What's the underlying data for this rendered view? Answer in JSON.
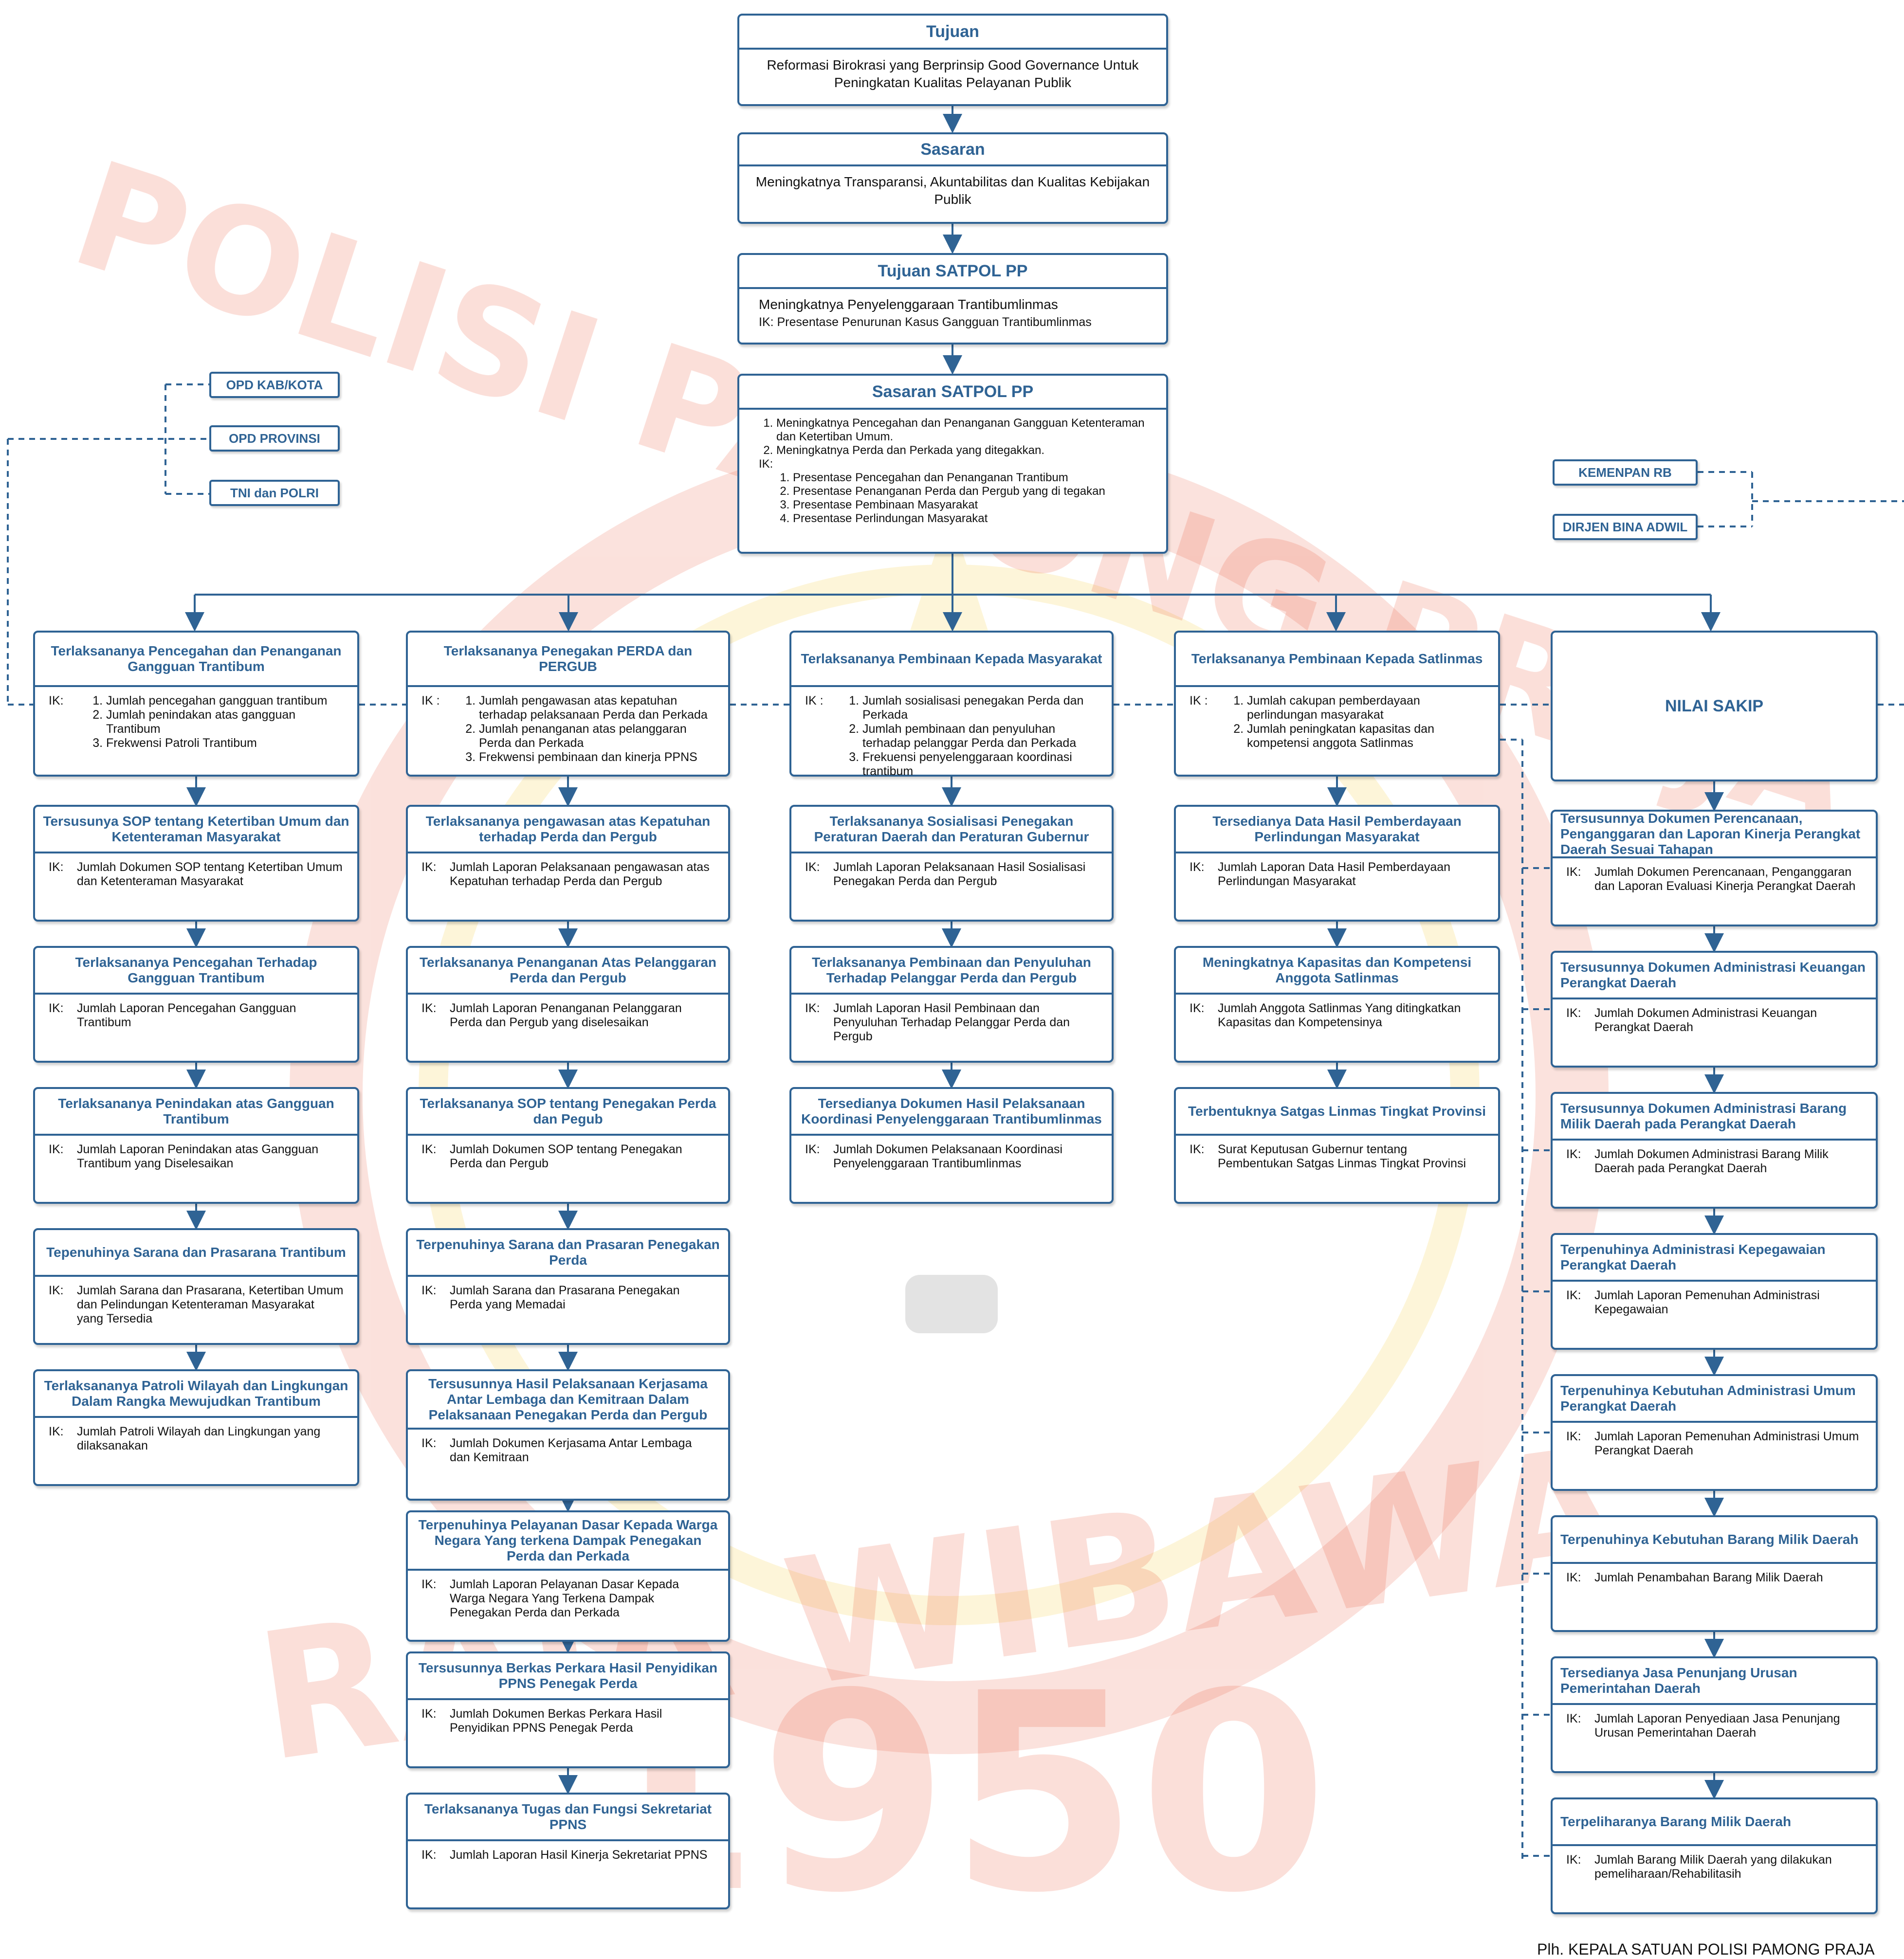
{
  "colors": {
    "accent": "#2f6394",
    "watermark_red": "#e84a2c",
    "watermark_yellow": "#f5c518"
  },
  "watermark": {
    "year": "1950",
    "motto": "RAJA WIBAWA",
    "arc": "POLISI PAMONG PRAJA"
  },
  "top": {
    "tujuan": {
      "title": "Tujuan",
      "text": "Reformasi Birokrasi yang Berprinsip Good Governance Untuk Peningkatan Kualitas Pelayanan Publik"
    },
    "sasaran": {
      "title": "Sasaran",
      "text": "Meningkatnya Transparansi, Akuntabilitas dan Kualitas Kebijakan Publik"
    },
    "tujuan_satpol": {
      "title": "Tujuan SATPOL PP",
      "text": "Meningkatnya Penyelenggaraan Trantibumlinmas",
      "ik": "IK: Presentase Penurunan Kasus Gangguan Trantibumlinmas"
    },
    "sasaran_satpol": {
      "title": "Sasaran SATPOL PP",
      "goals": [
        "Meningkatnya Pencegahan dan Penanganan Gangguan Ketenteraman dan Ketertiban Umum.",
        "Meningkatnya Perda dan Perkada yang ditegakkan."
      ],
      "ik_label": "IK:",
      "ik": [
        "Presentase Pencegahan dan Penanganan Trantibum",
        "Presentase Penanganan Perda dan Pergub yang di tegakan",
        "Presentase  Pembinaan Masyarakat",
        "Presentase Perlindungan Masyarakat"
      ]
    }
  },
  "left_side": [
    "OPD KAB/KOTA",
    "OPD PROVINSI",
    "TNI dan POLRI"
  ],
  "right_side": [
    "KEMENPAN RB",
    "DIRJEN BINA ADWIL"
  ],
  "programs": [
    {
      "title": "Terlaksananya Pencegahan dan Penanganan Gangguan Trantibum",
      "ik_label": "IK:",
      "ik": [
        "Jumlah pencegahan gangguan trantibum",
        "Jumlah penindakan atas gangguan Trantibum",
        "Frekwensi Patroli Trantibum"
      ]
    },
    {
      "title": "Terlaksananya Penegakan PERDA dan PERGUB",
      "ik_label": "IK :",
      "ik": [
        "Jumlah pengawasan atas kepatuhan terhadap pelaksanaan Perda dan Perkada",
        "Jumlah penanganan atas pelanggaran Perda dan Perkada",
        "Frekwensi pembinaan  dan kinerja PPNS"
      ]
    },
    {
      "title": "Terlaksananya Pembinaan Kepada Masyarakat",
      "ik_label": "IK :",
      "ik": [
        "Jumlah sosialisasi penegakan Perda dan Perkada",
        "Jumlah pembinaan dan penyuluhan terhadap pelanggar Perda dan Perkada",
        "Frekuensi penyelenggaraan koordinasi trantibum"
      ]
    },
    {
      "title": "Terlaksananya Pembinaan Kepada Satlinmas",
      "ik_label": "IK :",
      "ik": [
        "Jumlah cakupan pemberdayaan perlindungan masyarakat",
        "Jumlah peningkatan kapasitas dan kompetensi anggota Satlinmas"
      ]
    },
    {
      "title": "NILAI SAKIP"
    }
  ],
  "columns": [
    [
      {
        "title": "Tersusunya SOP tentang Ketertiban Umum dan Ketenteraman Masyarakat",
        "ik": "Jumlah Dokumen SOP tentang Ketertiban Umum dan Ketenteraman Masyarakat"
      },
      {
        "title": "Terlaksananya Pencegahan Terhadap Gangguan Trantibum",
        "ik": "Jumlah Laporan Pencegahan Gangguan Trantibum"
      },
      {
        "title": "Terlaksananya Penindakan atas Gangguan Trantibum",
        "ik": "Jumlah Laporan  Penindakan atas Gangguan Trantibum yang Diselesaikan"
      },
      {
        "title": "Tepenuhinya Sarana dan Prasarana Trantibum",
        "ik": "Jumlah Sarana dan Prasarana, Ketertiban Umum dan Pelindungan Ketenteraman Masyarakat yang Tersedia"
      },
      {
        "title": "Terlaksananya Patroli Wilayah dan Lingkungan Dalam Rangka Mewujudkan Trantibum",
        "ik": "Jumlah Patroli Wilayah dan Lingkungan yang dilaksanakan"
      }
    ],
    [
      {
        "title": "Terlaksananya pengawasan  atas Kepatuhan terhadap Perda dan Pergub",
        "ik": "Jumlah Laporan Pelaksanaan pengawasan atas Kepatuhan terhadap Perda dan Pergub"
      },
      {
        "title": "Terlaksananya Penanganan Atas Pelanggaran Perda dan Pergub",
        "ik": "Jumlah Laporan Penanganan Pelanggaran Perda dan Pergub yang diselesaikan"
      },
      {
        "title": "Terlaksananya SOP tentang Penegakan Perda dan Pegub",
        "ik": "Jumlah Dokumen SOP tentang Penegakan Perda dan Pergub"
      },
      {
        "title": "Terpenuhinya Sarana dan Prasaran Penegakan Perda",
        "ik": "Jumlah Sarana dan Prasarana Penegakan Perda yang Memadai"
      },
      {
        "title": "Tersusunnya Hasil Pelaksanaan Kerjasama Antar Lembaga dan Kemitraan Dalam Pelaksanaan Penegakan Perda dan Pergub",
        "ik": "Jumlah Dokumen Kerjasama Antar Lembaga dan Kemitraan"
      },
      {
        "title": "Terpenuhinya Pelayanan Dasar Kepada Warga Negara Yang terkena Dampak Penegakan Perda dan Perkada",
        "ik": "Jumlah Laporan Pelayanan Dasar Kepada Warga Negara Yang Terkena Dampak Penegakan Perda dan Perkada"
      },
      {
        "title": "Tersusunnya Berkas Perkara Hasil Penyidikan PPNS Penegak Perda",
        "ik": "Jumlah Dokumen Berkas Perkara Hasil Penyidikan PPNS Penegak Perda"
      },
      {
        "title": "Terlaksananya Tugas dan Fungsi Sekretariat PPNS",
        "ik": "Jumlah Laporan Hasil Kinerja Sekretariat PPNS"
      }
    ],
    [
      {
        "title": "Terlaksananya Sosialisasi Penegakan Peraturan Daerah dan Peraturan Gubernur",
        "ik": "Jumlah Laporan Pelaksanaan Hasil Sosialisasi Penegakan Perda dan Pergub"
      },
      {
        "title": "Terlaksananya Pembinaan dan Penyuluhan Terhadap Pelanggar Perda dan Pergub",
        "ik": "Jumlah Laporan Hasil Pembinaan dan Penyuluhan Terhadap Pelanggar Perda dan Pergub"
      },
      {
        "title": "Tersedianya Dokumen Hasil Pelaksanaan Koordinasi Penyelenggaraan Trantibumlinmas",
        "ik": "Jumlah Dokumen Pelaksanaan Koordinasi Penyelenggaraan Trantibumlinmas"
      }
    ],
    [
      {
        "title": "Tersedianya Data Hasil Pemberdayaan Perlindungan Masyarakat",
        "ik": "Jumlah Laporan Data Hasil Pemberdayaan Perlindungan Masyarakat"
      },
      {
        "title": "Meningkatnya Kapasitas dan Kompetensi Anggota Satlinmas",
        "ik": "Jumlah Anggota Satlinmas Yang ditingkatkan Kapasitas dan Kompetensinya"
      },
      {
        "title": "Terbentuknya Satgas Linmas Tingkat Provinsi",
        "ik": "Surat Keputusan Gubernur tentang Pembentukan Satgas Linmas Tingkat Provinsi"
      }
    ],
    [
      {
        "title": "Tersusunnya Dokumen Perencanaan, Penganggaran dan Laporan Kinerja Perangkat Daerah Sesuai Tahapan",
        "ik": "Jumlah Dokumen Perencanaan, Penganggaran dan Laporan Evaluasi Kinerja Perangkat Daerah"
      },
      {
        "title": "Tersusunnya Dokumen Administrasi Keuangan Perangkat Daerah",
        "ik": "Jumlah Dokumen Administrasi Keuangan Perangkat Daerah"
      },
      {
        "title": "Tersusunnya Dokumen Administrasi Barang Milik Daerah pada Perangkat Daerah",
        "ik": "Jumlah Dokumen Administrasi Barang Milik Daerah pada Perangkat Daerah"
      },
      {
        "title": "Terpenuhinya Administrasi Kepegawaian Perangkat Daerah",
        "ik": "Jumlah Laporan Pemenuhan Administrasi Kepegawaian"
      },
      {
        "title": "Terpenuhinya Kebutuhan Administrasi Umum Perangkat Daerah",
        "ik": "Jumlah Laporan Pemenuhan Administrasi Umum Perangkat Daerah"
      },
      {
        "title": "Terpenuhinya Kebutuhan Barang Milik Daerah",
        "ik": "Jumlah Penambahan Barang Milik Daerah"
      },
      {
        "title": "Tersedianya Jasa Penunjang Urusan Pemerintahan Daerah",
        "ik": "Jumlah Laporan Penyediaan Jasa Penunjang Urusan Pemerintahan Daerah"
      },
      {
        "title": "Terpeliharanya Barang Milik Daerah",
        "ik": "Jumlah Barang Milik Daerah yang dilakukan pemeliharaan/Rehabilitasih"
      }
    ]
  ],
  "ik_label": "IK:",
  "signature": "Plh. KEPALA SATUAN POLISI PAMONG PRAJA"
}
